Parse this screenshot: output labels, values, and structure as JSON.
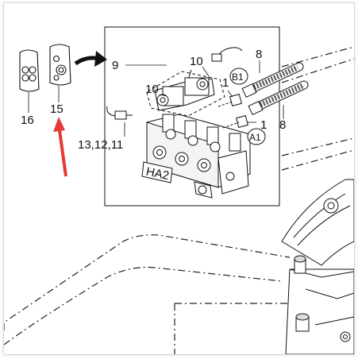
{
  "diagram": {
    "callouts": {
      "c9": "9",
      "c10a": "10",
      "c10b": "10",
      "c8a": "8",
      "c8b": "8",
      "c1a": "1",
      "c1b": "1",
      "c16": "16",
      "c15": "15",
      "c13": "13,12,11",
      "b1": "B1",
      "a1": "A1",
      "ha2": "HA2"
    },
    "colors": {
      "ink": "#111111",
      "arrow_red": "#e53935",
      "frame": "#d9d9d9"
    },
    "icons": [
      "seal-kit-bag-icon",
      "seal-kit-bag-icon",
      "pointer-arrow-icon",
      "red-indicator-arrow-icon",
      "hydraulic-valve-block-icon",
      "hose-icon",
      "connector-plug-icon"
    ]
  }
}
